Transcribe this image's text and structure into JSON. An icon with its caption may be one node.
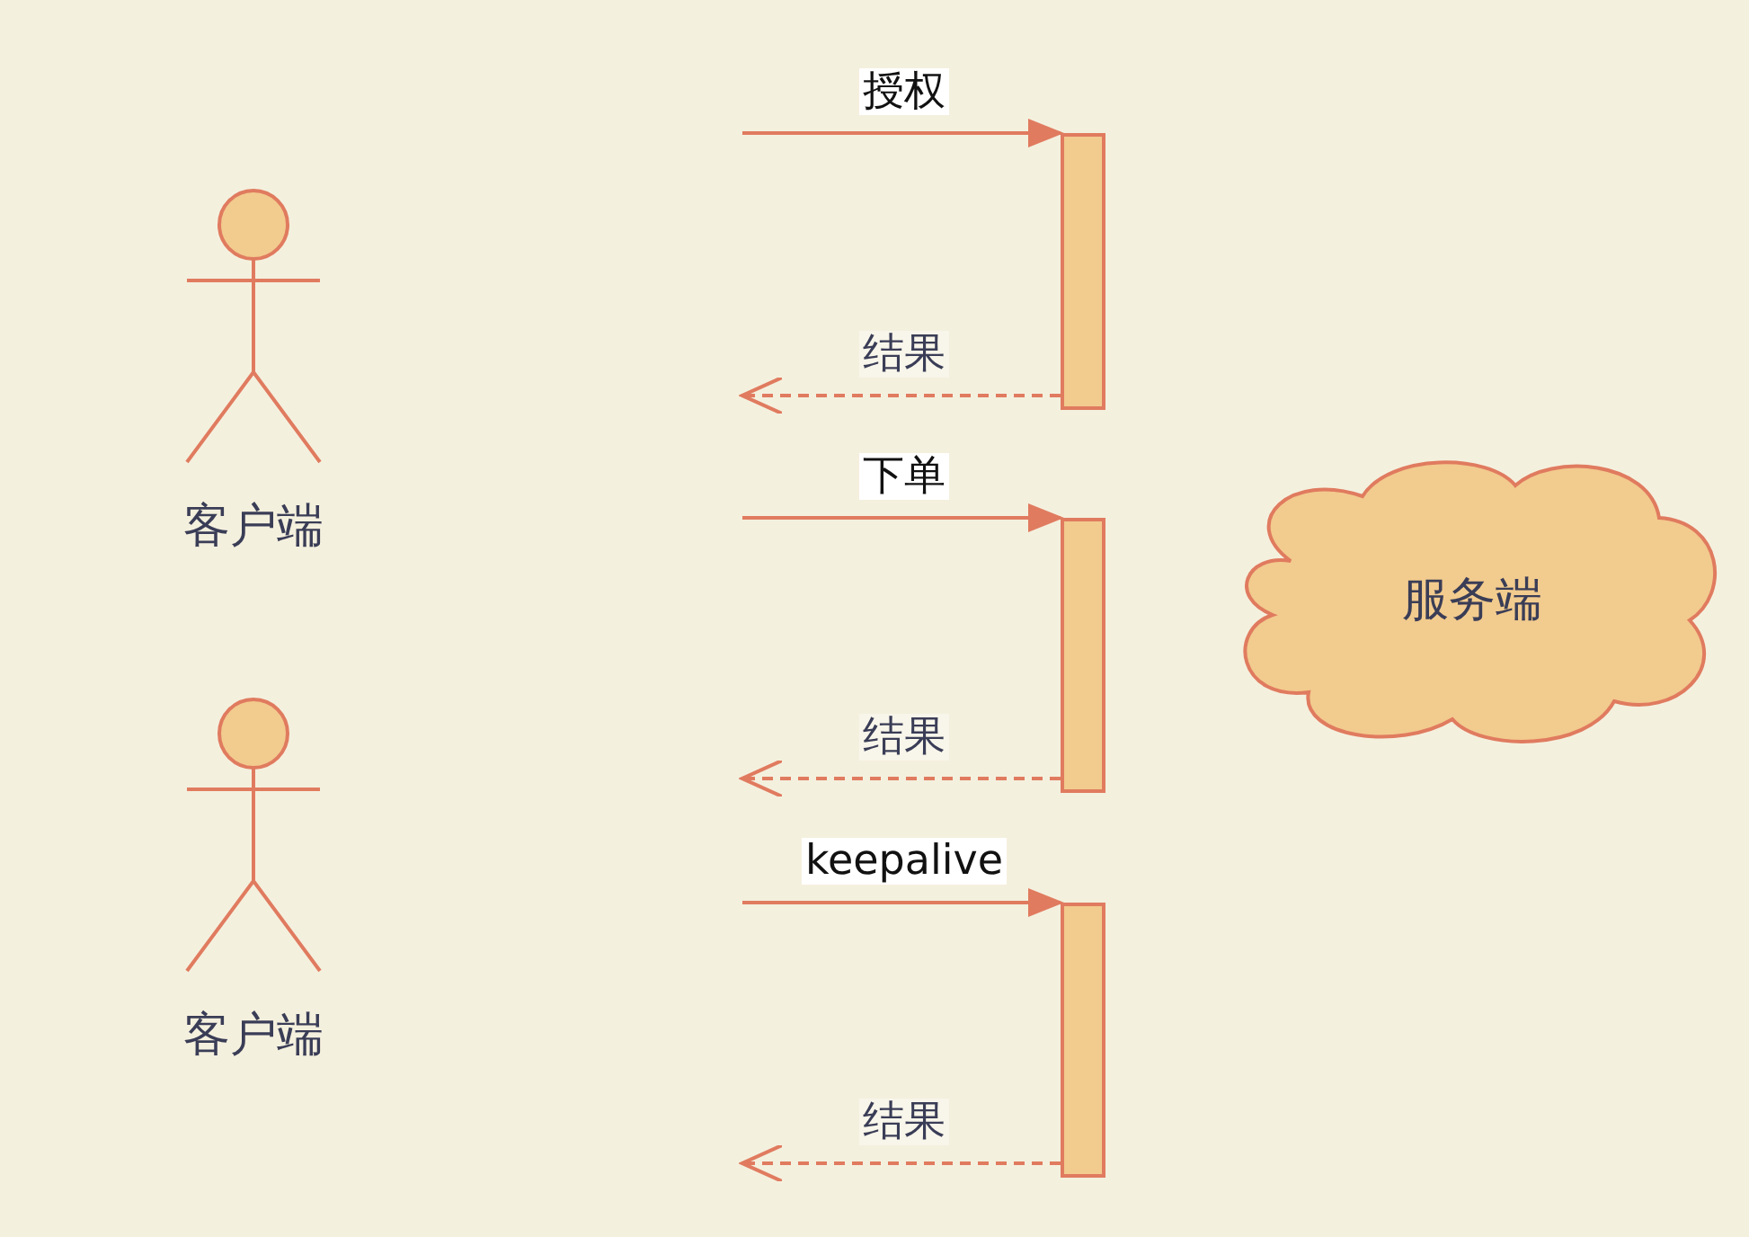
{
  "diagram": {
    "nodes": [
      {
        "text": [
          "客户端"
        ]
      },
      {
        "text": [
          "客户端"
        ]
      },
      {
        "text": [
          "服务端"
        ]
      },
      {
        "text": [],
        "shape": "bar"
      },
      {
        "text": [],
        "shape": "bar"
      },
      {
        "text": [],
        "shape": "bar"
      }
    ],
    "edges": [
      {
        "from": null,
        "to": 3,
        "arrow": "to",
        "label": "授权"
      },
      {
        "from": 3,
        "to": null,
        "arrow": "to",
        "label": "结果",
        "style": "dashed"
      },
      {
        "from": null,
        "to": 4,
        "arrow": "to",
        "label": "下单"
      },
      {
        "from": 4,
        "to": null,
        "arrow": "to",
        "label": "结果",
        "style": "dashed"
      },
      {
        "from": null,
        "to": 5,
        "arrow": "to",
        "label": "keepalive"
      },
      {
        "from": 5,
        "to": null,
        "arrow": "to",
        "label": "结果",
        "style": "dashed"
      }
    ]
  }
}
